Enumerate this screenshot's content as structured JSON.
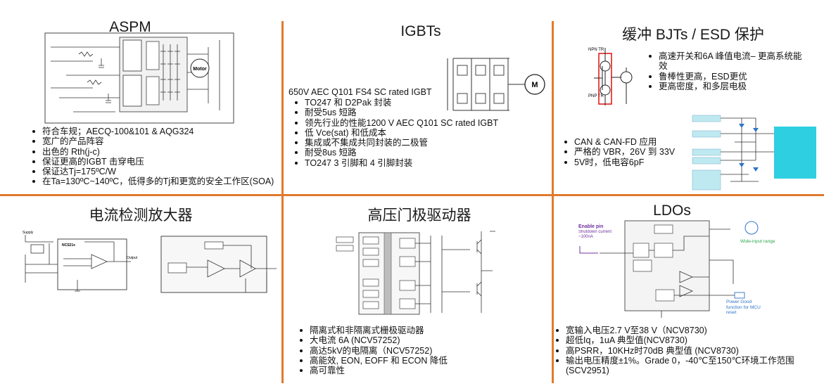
{
  "panels": {
    "aspm": {
      "title": "ASPM",
      "motor_label": "Motor",
      "bullets": [
        "符合车规；AECQ-100&101 & AQG324",
        "宽广的产品阵容",
        "出色的 Rth(j-c)",
        "保证更高的IGBT 击穿电压",
        "保证达Tj=175ºC/W",
        "在Ta=130ºC~140ºC，低得多的Tj和更宽的安全工作区(SOA)"
      ]
    },
    "igbt": {
      "title": "IGBTs",
      "motor_label": "M",
      "lead": "650V AEC Q101 FS4 SC rated IGBT",
      "bullets": [
        "TO247 和 D2Pak 封装",
        "耐受5us 短路",
        "领先行业的性能1200 V AEC Q101 SC rated IGBT",
        "低 Vce(sat) 和低成本",
        "集成或不集成共同封装的二极管",
        "耐受8us 短路",
        "TO247 3 引脚和 4 引脚封装"
      ]
    },
    "bjt": {
      "title": "缓冲 BJTs / ESD 保护",
      "npn_label": "NPN TR",
      "pnp_label": "PNP TR",
      "bullets_top": [
        "高速开关和6A 峰值电流– 更高系统能效",
        "鲁棒性更高，ESD更优",
        "更高密度，和多层电极"
      ],
      "bullets_bottom": [
        "CAN & CAN-FD 应用",
        "严格的 VBR，26V 到 33V",
        "5V时，低电容6pF"
      ]
    },
    "amp": {
      "title": "电流检测放大器",
      "part": "NCS21x",
      "supply_label": "Supply",
      "output_label": "Output"
    },
    "gate": {
      "title": "高压门极驱动器",
      "bullets": [
        "隔离式和非隔离式栅极驱动器",
        "大电流 6A (NCV57252)",
        "高达5kV的电隔离（NCV57252)",
        "高能效, EON, EOFF 和 ECON 降低",
        "高可靠性"
      ]
    },
    "ldo": {
      "title": "LDOs",
      "enable_label": "Enable pin",
      "shutdown_label": "Shutdown current ~100nA",
      "wide_input_label": "Wide-input range",
      "power_good_label": "Power Good function for MCU reset",
      "bullets": [
        "宽输入电压2.7 V至38 V（NCV8730)",
        "超低Iq，1uA 典型值(NCV8730)",
        "高PSRR，10KHz时70dB 典型值 (NCV8730)",
        "输出电压精度±1%。Grade 0，-40℃至150℃环境工作范围 (SCV2951)"
      ]
    }
  },
  "colors": {
    "divider": "#e07a2e",
    "ldo_purple": "#7030a0",
    "ldo_green": "#2ea84a",
    "ldo_blue": "#2e75c6",
    "esd_cyan": "#2ecfe0",
    "bjt_highlight": "#e02020"
  }
}
